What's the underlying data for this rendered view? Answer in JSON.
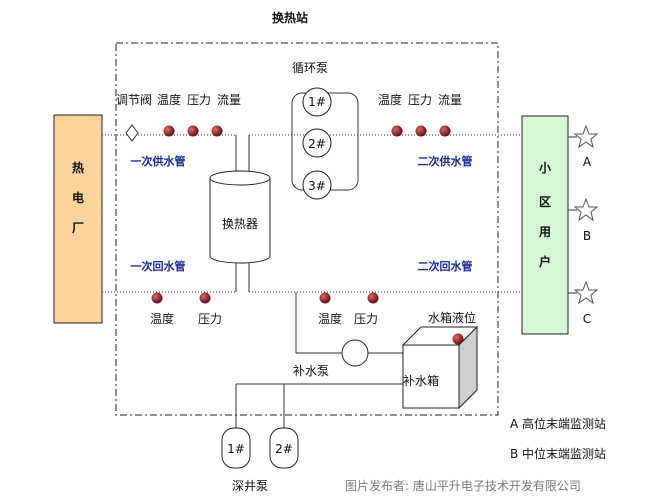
{
  "title": "换热站",
  "plant": [
    "热",
    "电",
    "厂"
  ],
  "community": [
    "小",
    "区",
    "用",
    "户"
  ],
  "heat_exchanger": "换热器",
  "circulation_pump": {
    "label": "循环泵",
    "units": [
      "1#",
      "2#",
      "3#"
    ]
  },
  "primary_side": {
    "supply_pipe": "一次供水管",
    "return_pipe": "一次回水管",
    "supply_instruments": [
      "调节阀",
      "温度",
      "压力",
      "流量"
    ],
    "return_instruments": [
      "温度",
      "压力"
    ]
  },
  "secondary_side": {
    "supply_pipe": "二次供水管",
    "return_pipe": "二次回水管",
    "supply_instruments": [
      "温度",
      "压力",
      "流量"
    ],
    "return_instruments": [
      "温度",
      "压力"
    ]
  },
  "makeup": {
    "pump": "补水泵",
    "tank": "补水箱",
    "tank_level": "水箱液位"
  },
  "well_pumps": {
    "label": "深井泵",
    "units": [
      "1#",
      "2#"
    ]
  },
  "monitor_stations": {
    "markers": [
      "A",
      "B",
      "C"
    ],
    "legend": [
      "A 高位末端监测站",
      "B 中位末端监测站"
    ]
  },
  "watermark": "图片发布者:    唐山平升电子技术开发有限公司",
  "colors": {
    "plant_fill": "#fcd39a",
    "community_fill": "#d6f7d6",
    "pipe_label": "#1a2a9a",
    "sensor": "#8b1a1a"
  }
}
